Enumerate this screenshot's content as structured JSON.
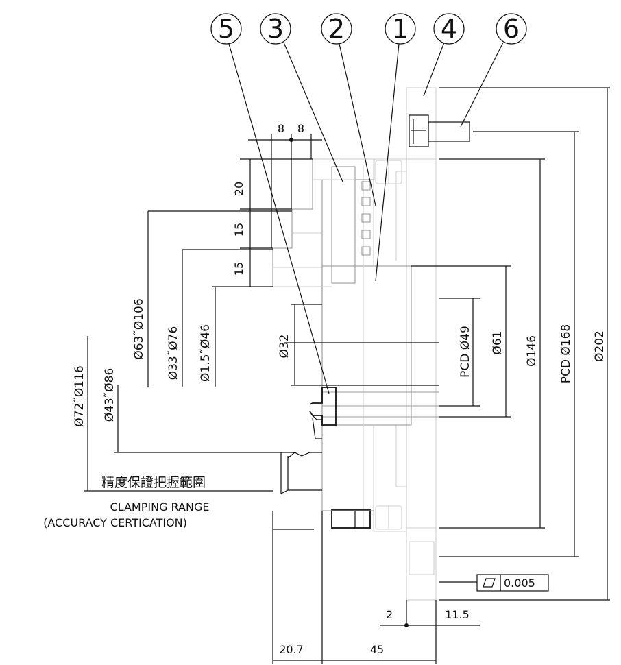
{
  "balloons": [
    "5",
    "3",
    "2",
    "1",
    "4",
    "6"
  ],
  "dims": {
    "w8a": "8",
    "w8b": "8",
    "h20": "20",
    "h15a": "15",
    "h15b": "15",
    "d63_106": "Ø63˜Ø106",
    "d33_76": "Ø33˜Ø76",
    "d1_46": "Ø1.5˜Ø46",
    "d72_116": "Ø72˜Ø116",
    "d43_86": "Ø43˜Ø86",
    "d32": "Ø32",
    "pcd49": "PCD Ø49",
    "d61": "Ø61",
    "d146": "Ø146",
    "pcd168": "PCD Ø168",
    "d202": "Ø202",
    "b2": "2",
    "b11_5": "11.5",
    "b20_7": "20.7",
    "b45": "45"
  },
  "tolerance": {
    "symbol": "flatness-icon",
    "value": "0.005"
  },
  "notes": {
    "zh": "精度保證把握範圍",
    "en1": "CLAMPING RANGE",
    "en2": "(ACCURACY CERTICATION)"
  }
}
